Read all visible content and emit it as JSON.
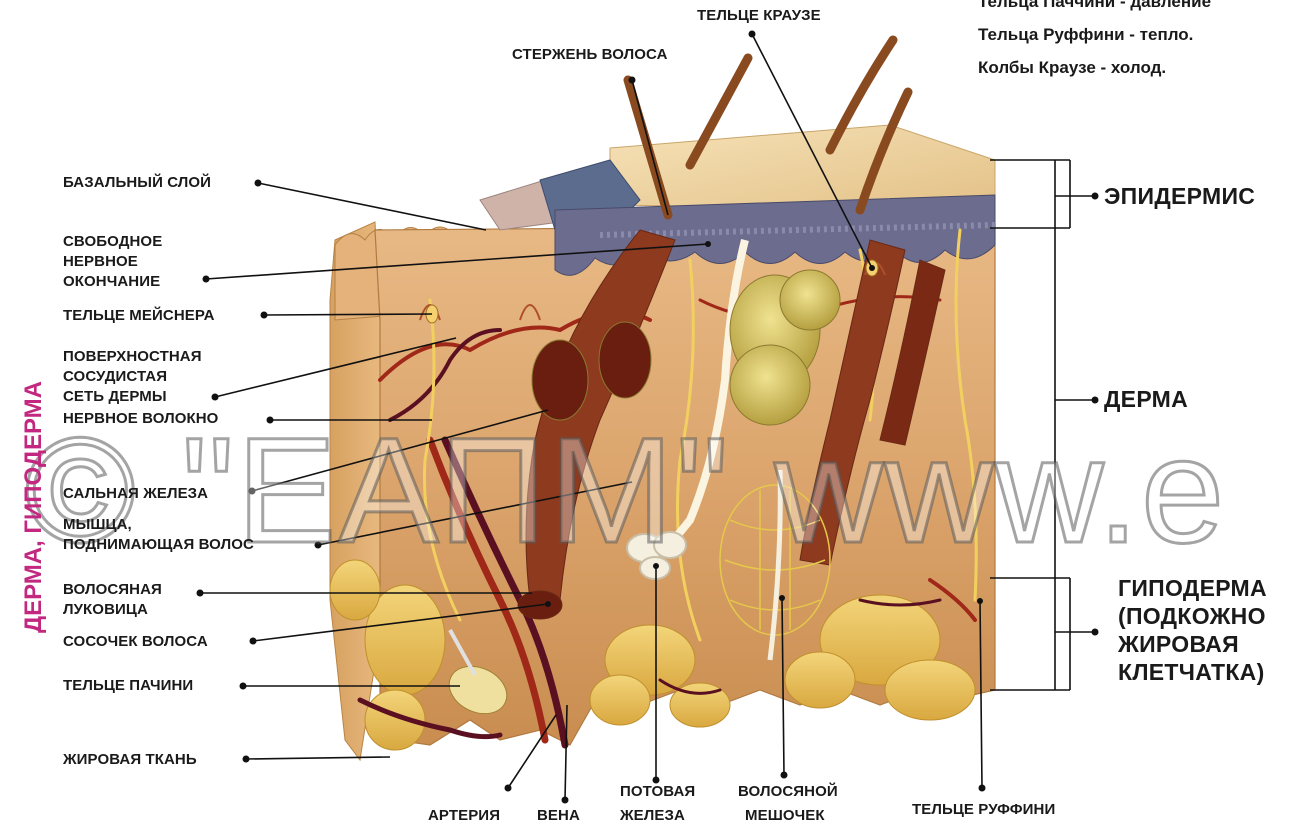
{
  "legend": [
    "Тельца Паччини - давление",
    "Тельца Руффини - тепло.",
    "Колбы Краузе - холод."
  ],
  "side_label": "ДЕРМА, ГИПОДЕРМА",
  "watermark": "© \"ЕАПМ\" www.e",
  "labels": {
    "krause_body": "ТЕЛЬЦЕ КРАУЗЕ",
    "hair_shaft": "СТЕРЖЕНЬ ВОЛОСА",
    "basal_layer": "БАЗАЛЬНЫЙ СЛОЙ",
    "free_nerve_ending": [
      "СВОБОДНОЕ",
      "НЕРВНОЕ",
      "ОКОНЧАНИЕ"
    ],
    "meissner_body": "ТЕЛЬЦЕ МЕЙСНЕРА",
    "superficial_vascular_network": [
      "ПОВЕРХНОСТНАЯ",
      "СОСУДИСТАЯ",
      "СЕТЬ ДЕРМЫ"
    ],
    "nerve_fiber": "НЕРВНОЕ ВОЛОКНО",
    "sebaceous_gland": "САЛЬНАЯ ЖЕЛЕЗА",
    "arrector_pili_muscle": [
      "МЫШЦА,",
      "ПОДНИМАЮЩАЯ ВОЛОС"
    ],
    "hair_bulb": [
      "ВОЛОСЯНАЯ",
      "ЛУКОВИЦА"
    ],
    "hair_papilla": "СОСОЧЕК ВОЛОСА",
    "pacinian_body": "ТЕЛЬЦЕ ПАЧИНИ",
    "adipose_tissue": "ЖИРОВАЯ ТКАНЬ",
    "artery": "АРТЕРИЯ",
    "vein": "ВЕНА",
    "sweat_gland": [
      "ПОТОВАЯ",
      "ЖЕЛЕЗА"
    ],
    "hair_follicle": [
      "ВОЛОСЯНОЙ",
      "МЕШОЧЕК"
    ],
    "ruffini_body": "ТЕЛЬЦЕ РУФФИНИ",
    "epidermis": "ЭПИДЕРМИС",
    "dermis": "ДЕРМА",
    "hypodermis": [
      "ГИПОДЕРМА",
      "(ПОДКОЖНО",
      "ЖИРОВАЯ",
      "КЛЕТЧАТКА)"
    ]
  },
  "colors": {
    "side_label": "#c2287f",
    "text": "#1a1a1a",
    "epidermis_top": "#f0d6a0",
    "basal_layer": "#5a6a8a",
    "dermis": "#d9a86a",
    "hypodermis_fat": "#e8c25a",
    "vessels_artery": "#a02818",
    "vessels_vein": "#5a1020",
    "hair": "#8a4a20",
    "nerves": "#f2d060"
  }
}
